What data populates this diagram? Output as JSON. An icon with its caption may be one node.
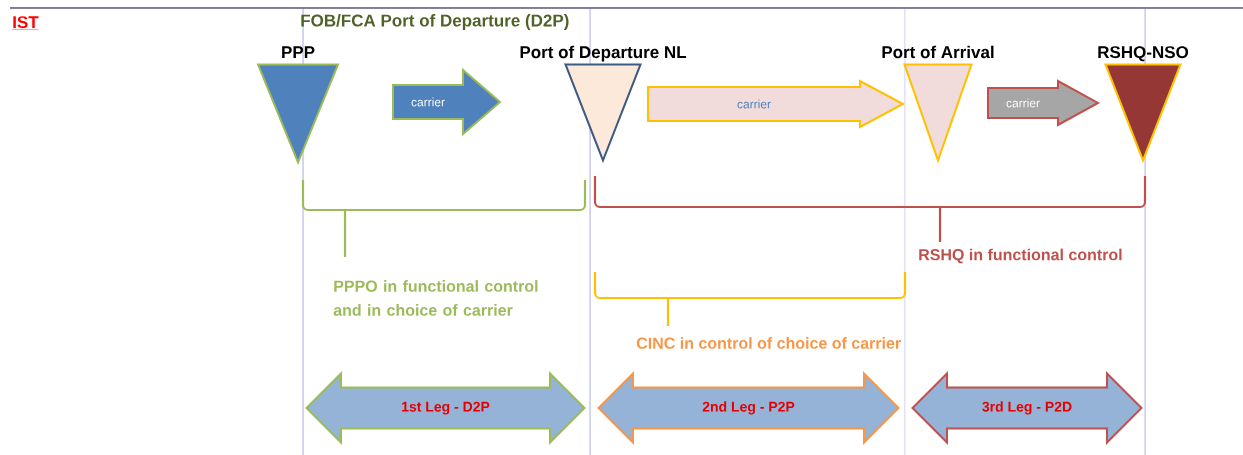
{
  "diagram": {
    "title": "IST",
    "nodes": [
      {
        "text": [
          "PPP"
        ]
      },
      {
        "text": [
          "Port of Departure NL"
        ]
      },
      {
        "text": [
          "Port of Arrival"
        ]
      },
      {
        "text": [
          "RSHQ-NSO"
        ]
      },
      {
        "text": [
          "1st Leg - D2P"
        ]
      },
      {
        "text": [
          "2nd Leg - P2P"
        ]
      },
      {
        "text": [
          "3rd Leg - P2D"
        ]
      }
    ],
    "edges": [
      {
        "from": 0,
        "to": 1,
        "arrow": "to",
        "label": "carrier",
        "color": "#9bbb59"
      },
      {
        "from": 1,
        "to": 2,
        "arrow": "to",
        "label": "carrier",
        "color": "#ffc000"
      },
      {
        "from": 2,
        "to": 3,
        "arrow": "to",
        "label": "carrier",
        "color": "#c0504d"
      }
    ],
    "labels": [
      "FOB/FCA Port of Departure (D2P)",
      "PPPO in functional control and in choice of carrier",
      "RSHQ in functional control",
      "CINC in control of choice of carrier"
    ]
  }
}
